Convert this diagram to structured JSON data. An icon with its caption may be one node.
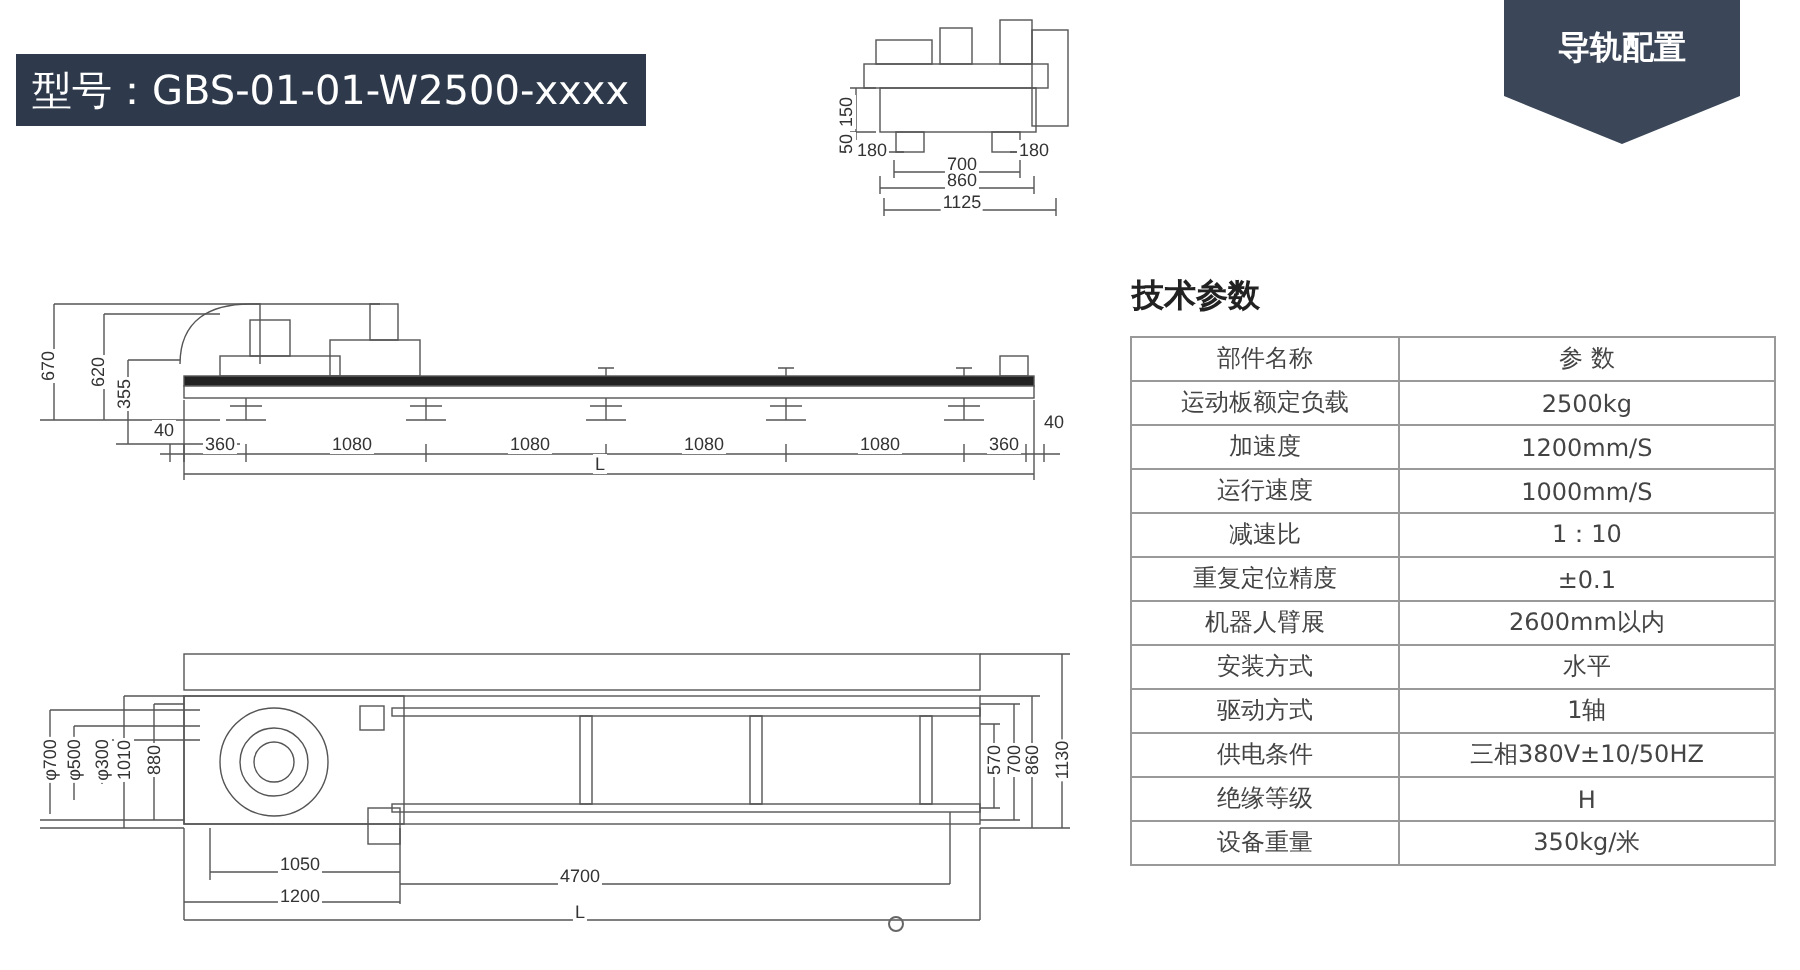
{
  "diagram": {
    "title": "型号：GBS-01-01-W2500-xxxx",
    "labels": [
      "导轨配置",
      "50",
      "150",
      "180",
      "180",
      "700",
      "860",
      "1125",
      "670",
      "620",
      "355",
      "40",
      "360",
      "1080",
      "1080",
      "1080",
      "1080",
      "360",
      "40",
      "L",
      "技术参数",
      "部件名称",
      "参 数",
      "运动板额定负载",
      "2500kg",
      "加速度",
      "1200mm/S",
      "运行速度",
      "1000mm/S",
      "减速比",
      "1：10",
      "重复定位精度",
      "±0.1",
      "机器人臂展",
      "2600mm以内",
      "安装方式",
      "水平",
      "驱动方式",
      "1轴",
      "供电条件",
      "三相380V±10/50HZ",
      "绝缘等级",
      "H",
      "设备重量",
      "350kg/米",
      "φ700",
      "φ500",
      "φ300",
      "1010",
      "880",
      "570",
      "700",
      "860",
      "1130",
      "1050",
      "4700",
      "1200",
      "L"
    ]
  }
}
